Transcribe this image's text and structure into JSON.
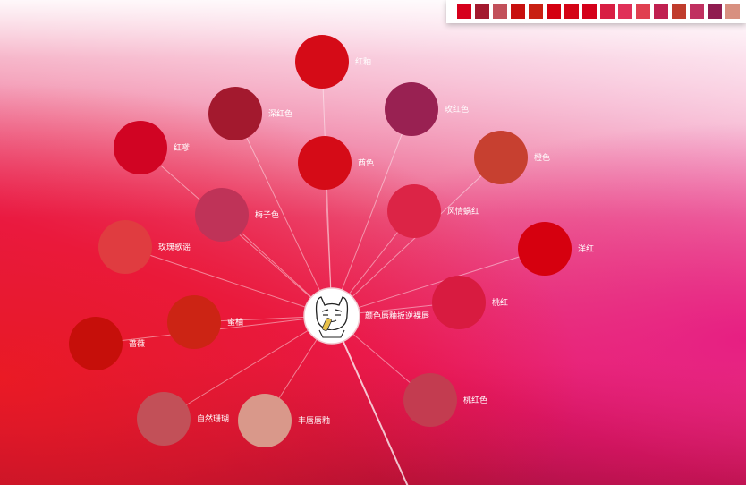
{
  "palette": [
    "#d6001c",
    "#a3192e",
    "#c2505a",
    "#c8100e",
    "#c92012",
    "#d40010",
    "#d40416",
    "#d4001a",
    "#d81e43",
    "#e03058",
    "#e04050",
    "#c02050",
    "#c03c2c",
    "#c03060",
    "#901c50",
    "#d89080"
  ],
  "center": {
    "label": "颜色唇釉扳逆裸唇",
    "icon": "cat-avatar-icon"
  },
  "nodes": [
    {
      "label": "红釉",
      "color": "#d50b17"
    },
    {
      "label": "深红色",
      "color": "#a3192e"
    },
    {
      "label": "玫红色",
      "color": "#992152"
    },
    {
      "label": "红嗲",
      "color": "#d10423"
    },
    {
      "label": "酋色",
      "color": "#d50b17"
    },
    {
      "label": "橙色",
      "color": "#c74030"
    },
    {
      "label": "梅子色",
      "color": "#bf3358"
    },
    {
      "label": "风情蜗红",
      "color": "#dc2446"
    },
    {
      "label": "玫瑰歌谣",
      "color": "#e03c40"
    },
    {
      "label": "洋红",
      "color": "#d6000f"
    },
    {
      "label": "桃红",
      "color": "#d81b40"
    },
    {
      "label": "蜜柚",
      "color": "#cc2414"
    },
    {
      "label": "蔷薇",
      "color": "#c60f0a"
    },
    {
      "label": "桃红色",
      "color": "#c33c50"
    },
    {
      "label": "自然珊瑚",
      "color": "#c25058"
    },
    {
      "label": "丰唇唇釉",
      "color": "#d9988a"
    }
  ]
}
